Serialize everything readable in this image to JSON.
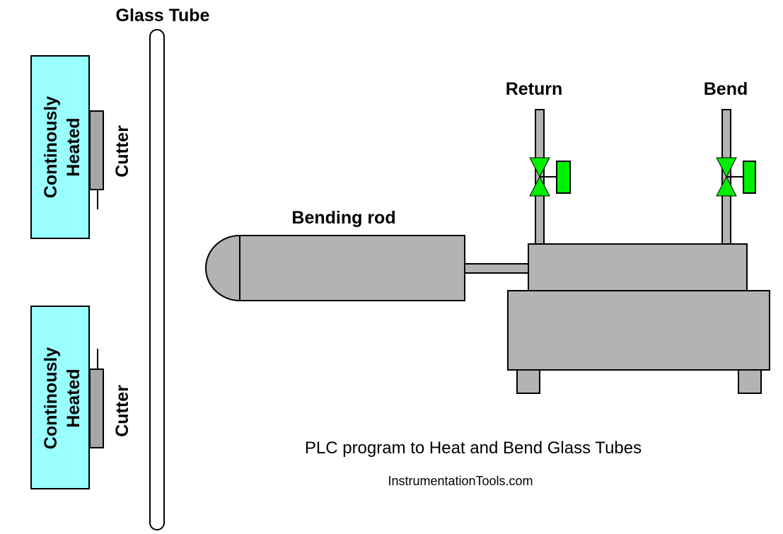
{
  "labels": {
    "glass_tube": "Glass Tube",
    "heater_top_line1": "Continously",
    "heater_top_line2": "Heated",
    "heater_bottom_line1": "Continously",
    "heater_bottom_line2": "Heated",
    "cutter_top": "Cutter",
    "cutter_bottom": "Cutter",
    "bending_rod": "Bending rod",
    "return_valve": "Return",
    "bend_valve": "Bend",
    "caption": "PLC program to Heat and Bend Glass Tubes",
    "website": "InstrumentationTools.com"
  },
  "colors": {
    "heater_fill": "#99ffff",
    "metal_fill": "#b3b3b3",
    "cutter_fill": "#a6a6a6",
    "valve_green": "#00ee00",
    "outline": "#000000"
  }
}
